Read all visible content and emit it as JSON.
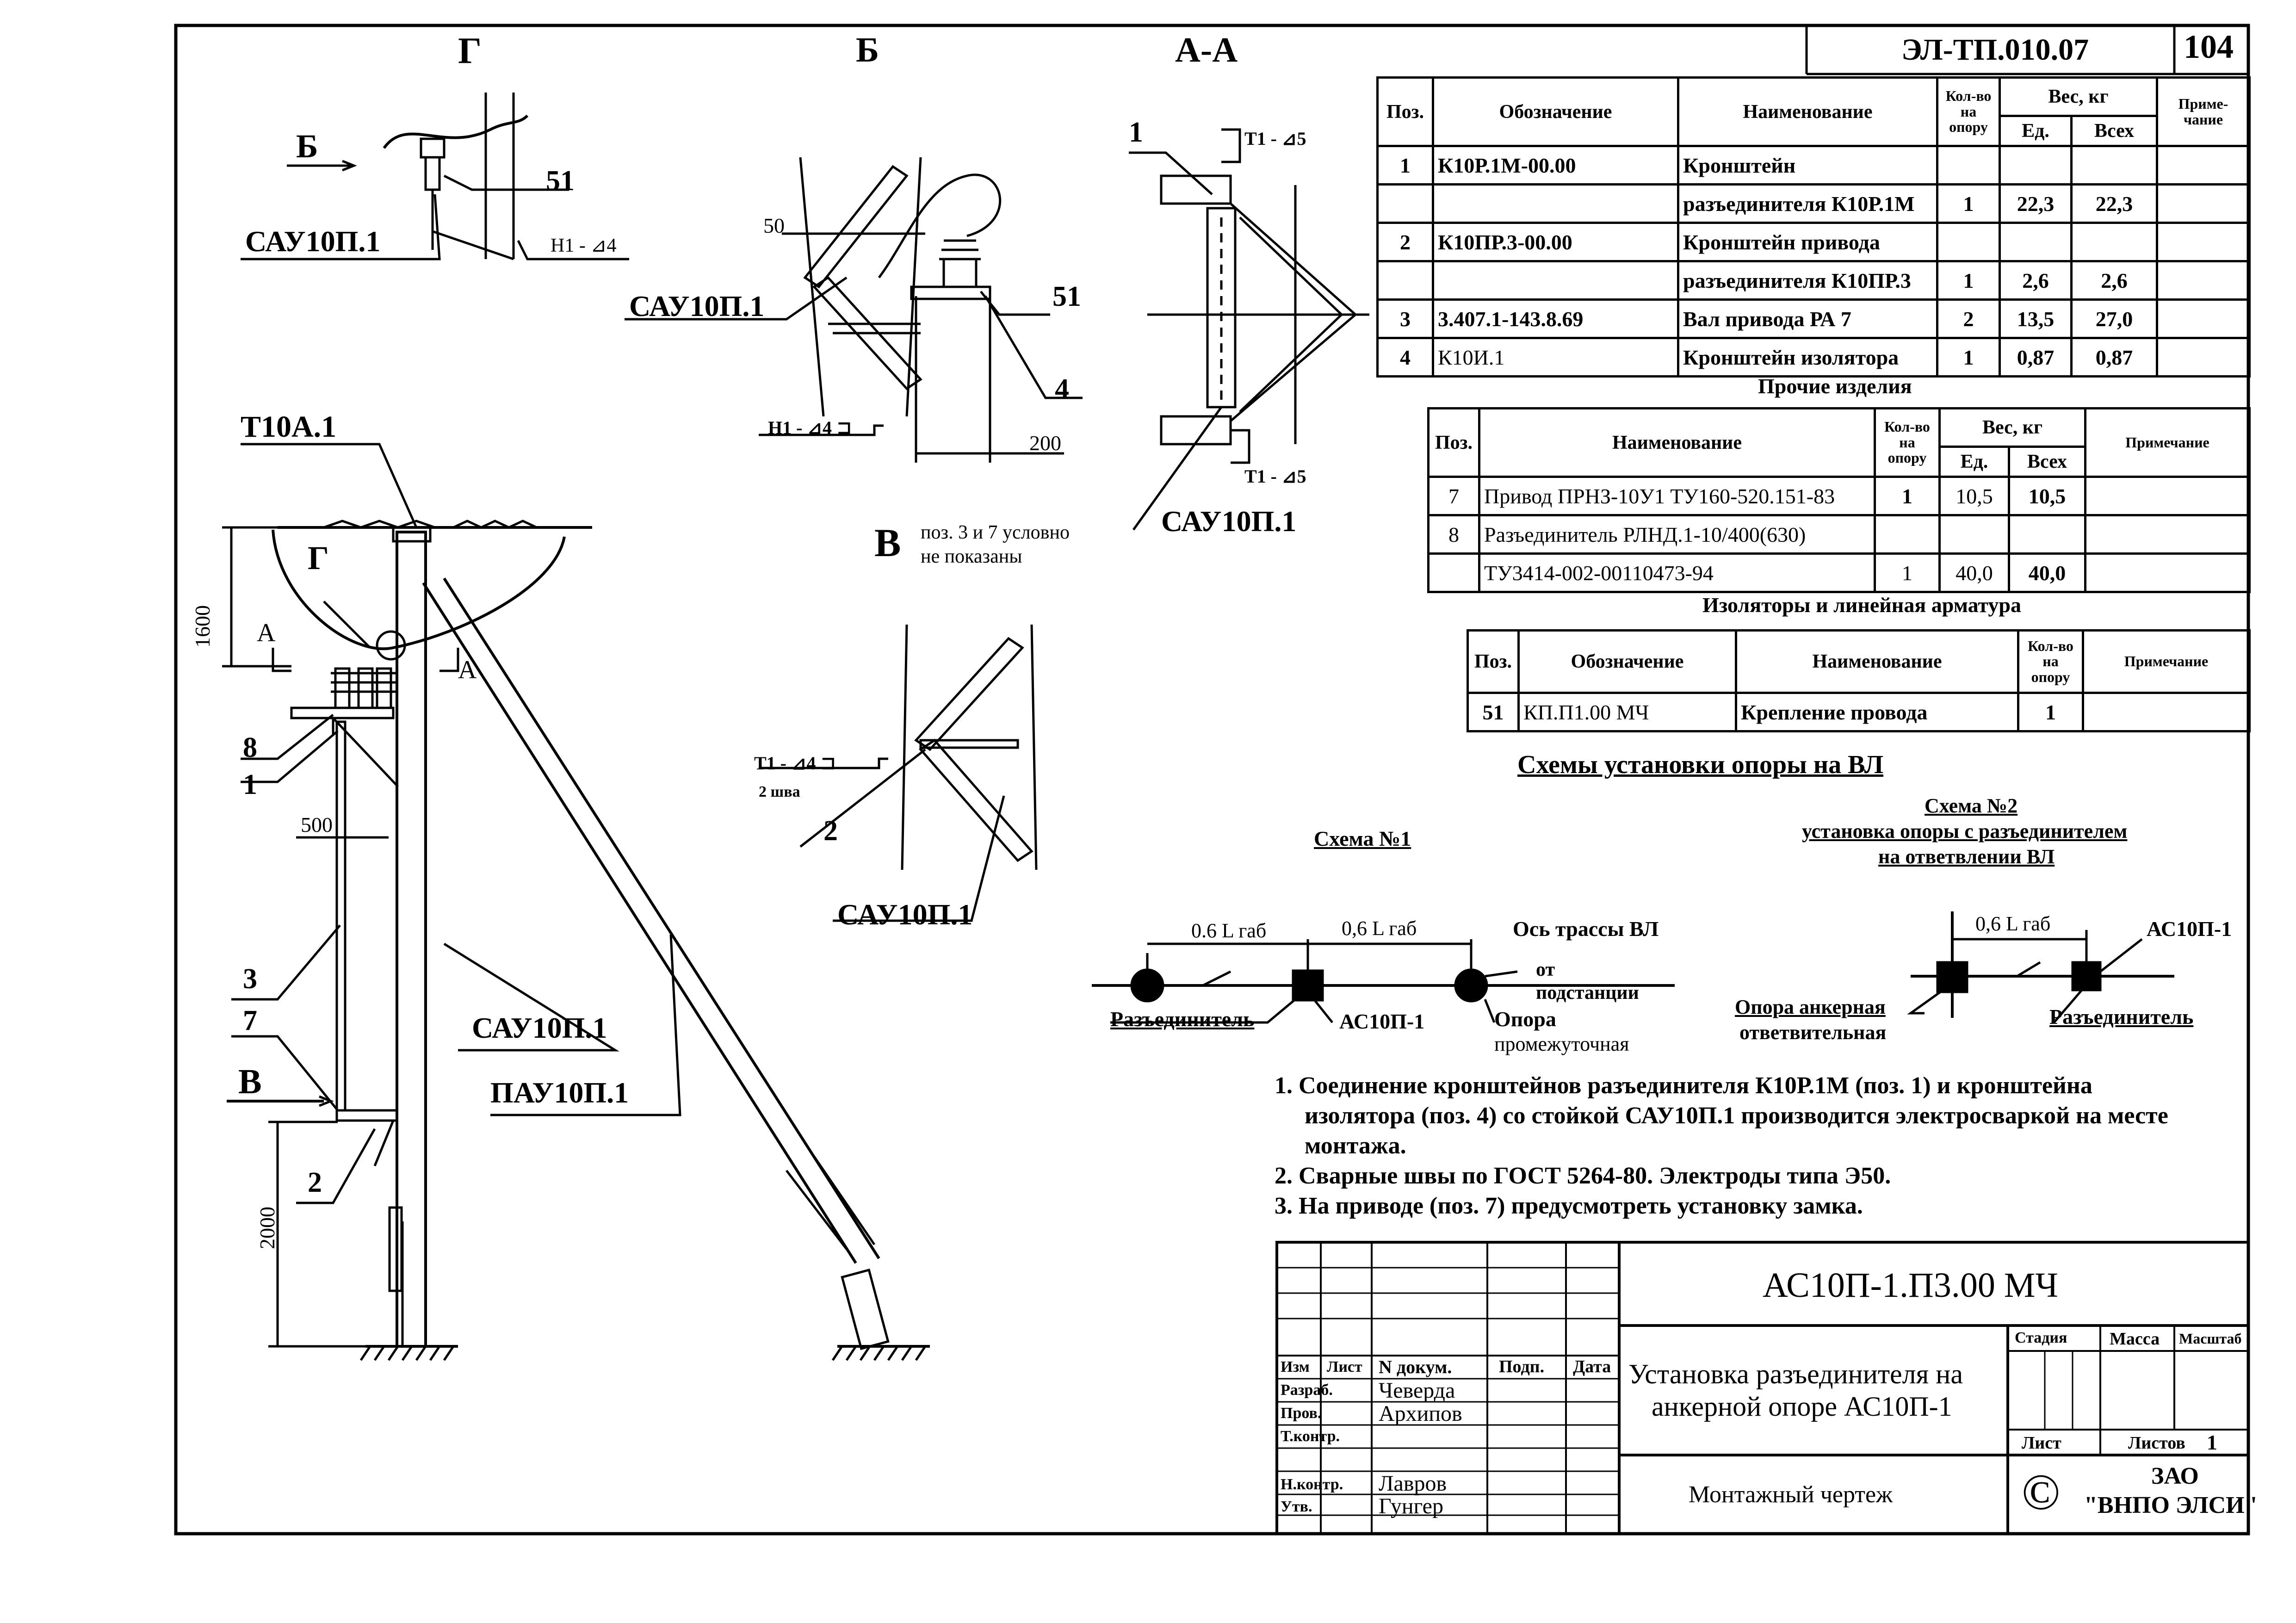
{
  "sheet": {
    "doc_code": "ЭЛ-ТП.010.07",
    "page_number": "104"
  },
  "views": {
    "g": "Г",
    "b": "Б",
    "aa": "А-А",
    "v": "В"
  },
  "main_labels": {
    "t10a1": "Т10А.1",
    "g_marker": "Г",
    "a_left": "А",
    "a_right": "А",
    "pos8": "8",
    "pos1": "1",
    "pos3": "3",
    "pos7": "7",
    "pos2": "2",
    "v_arrow": "В",
    "sau_main": "САУ10П.1",
    "pau_main": "ПАУ10П.1",
    "dim_1600": "1600",
    "dim_500": "500",
    "dim_2000": "2000"
  },
  "view_g_labels": {
    "b_arrow": "Б",
    "pos51": "51",
    "sau": "САУ10П.1",
    "weld": "Н1 - ⊿4"
  },
  "view_b_labels": {
    "dim_50": "50",
    "sau": "САУ10П.1",
    "pos51": "51",
    "pos4": "4",
    "weld": "Н1 - ⊿4 ⊐",
    "dim_200": "200"
  },
  "view_aa_labels": {
    "pos1": "1",
    "t1_top": "Т1 - ⊿5",
    "t1_bottom": "Т1 - ⊿5",
    "sau": "САУ10П.1"
  },
  "view_v_labels": {
    "note": [
      "поз. 3 и 7 условно",
      "не показаны"
    ],
    "weld": "Т1 - ⊿4 ⊐",
    "weld_count": "2 шва",
    "pos2": "2",
    "sau": "САУ10П.1"
  },
  "spec_table": {
    "headers": {
      "pos": "Поз.",
      "designation": "Обозначение",
      "name": "Наименование",
      "qty": "Кол-во на опору",
      "weight": "Вес, кг",
      "unit": "Ед.",
      "total": "Всех",
      "note": "Приме-чание"
    },
    "rows": [
      [
        "1",
        "К10Р.1М-00.00",
        "Кронштейн",
        "",
        "",
        "",
        ""
      ],
      [
        "",
        "",
        "разъединителя К10Р.1М",
        "1",
        "22,3",
        "22,3",
        ""
      ],
      [
        "2",
        "К10ПР.3-00.00",
        "Кронштейн привода",
        "",
        "",
        "",
        ""
      ],
      [
        "",
        "",
        "разъединителя К10ПР.3",
        "1",
        "2,6",
        "2,6",
        ""
      ],
      [
        "3",
        "3.407.1-143.8.69",
        "Вал привода РА 7",
        "2",
        "13,5",
        "27,0",
        ""
      ],
      [
        "4",
        "К10И.1",
        "Кронштейн изолятора",
        "1",
        "0,87",
        "0,87",
        ""
      ]
    ]
  },
  "other_table": {
    "title": "Прочие изделия",
    "headers": {
      "pos": "Поз.",
      "name": "Наименование",
      "qty": "Кол-во на опору",
      "weight": "Вес, кг",
      "unit": "Ед.",
      "total": "Всех",
      "note": "Примечание"
    },
    "rows": [
      [
        "7",
        "Привод ПРНЗ-10У1 ТУ160-520.151-83",
        "1",
        "10,5",
        "10,5",
        ""
      ],
      [
        "8",
        "Разъединитель РЛНД.1-10/400(630)",
        "",
        "",
        "",
        ""
      ],
      [
        "",
        "ТУ3414-002-00110473-94",
        "1",
        "40,0",
        "40,0",
        ""
      ]
    ]
  },
  "insulator_table": {
    "title": "Изоляторы и линейная арматура",
    "headers": {
      "pos": "Поз.",
      "designation": "Обозначение",
      "name": "Наименование",
      "qty": "Кол-во на опору",
      "note": "Примечание"
    },
    "rows": [
      [
        "51",
        "КП.П1.00 МЧ",
        "Крепление провода",
        "1",
        ""
      ]
    ]
  },
  "schemes": {
    "title": "Схемы установки опоры на ВЛ",
    "s1_title": "Схема №1",
    "s2_title": [
      "Схема №2",
      "установка опоры с разъединителем",
      "на ответвлении ВЛ"
    ],
    "s1_dim1": "0.6 L габ",
    "s1_dim2": "0,6 L габ",
    "s1_axis": "Ось трассы ВЛ",
    "s1_from": [
      "от",
      "подстанции"
    ],
    "s1_disconnector": "Разъединитель",
    "s1_ac10": "АС10П-1",
    "s1_support": "Опора",
    "s1_support2": "промежуточная",
    "s2_dim": "0,6 L габ",
    "s2_ac10": "АС10П-1",
    "s2_anchor": [
      "Опора анкерная",
      "ответвительная"
    ],
    "s2_disconnector": "Разъединитель"
  },
  "notes": [
    "1. Соединение кронштейнов разъединителя К10Р.1М (поз. 1)  и кронштейна",
    "изолятора (поз. 4) со стойкой САУ10П.1 производится электросваркой на месте",
    "монтажа.",
    "2. Сварные швы по ГОСТ 5264-80. Электроды типа Э50.",
    "3. На приводе (поз. 7) предусмотреть установку замка."
  ],
  "title_block": {
    "code": "АС10П-1.П3.00 МЧ",
    "title": [
      "Установка разъединителя на",
      "анкерной опоре АС10П-1"
    ],
    "doc_type": "Монтажный чертеж",
    "col_headers": [
      "Изм",
      "Лист",
      "N докум.",
      "Подп.",
      "Дата"
    ],
    "roles": [
      "Разраб.",
      "Пров.",
      "Т.контр.",
      "",
      "Н.контр.",
      "Утв."
    ],
    "names": [
      "Чеверда",
      "Архипов",
      "",
      "",
      "Лавров",
      "Гунгер"
    ],
    "stage": "Стадия",
    "mass": "Масса",
    "scale": "Масштаб",
    "sheet": "Лист",
    "sheets": "Листов",
    "sheets_count": "1",
    "org": [
      "ЗАО",
      "\"ВНПО ЭЛСИ\""
    ],
    "copyright": "©"
  }
}
